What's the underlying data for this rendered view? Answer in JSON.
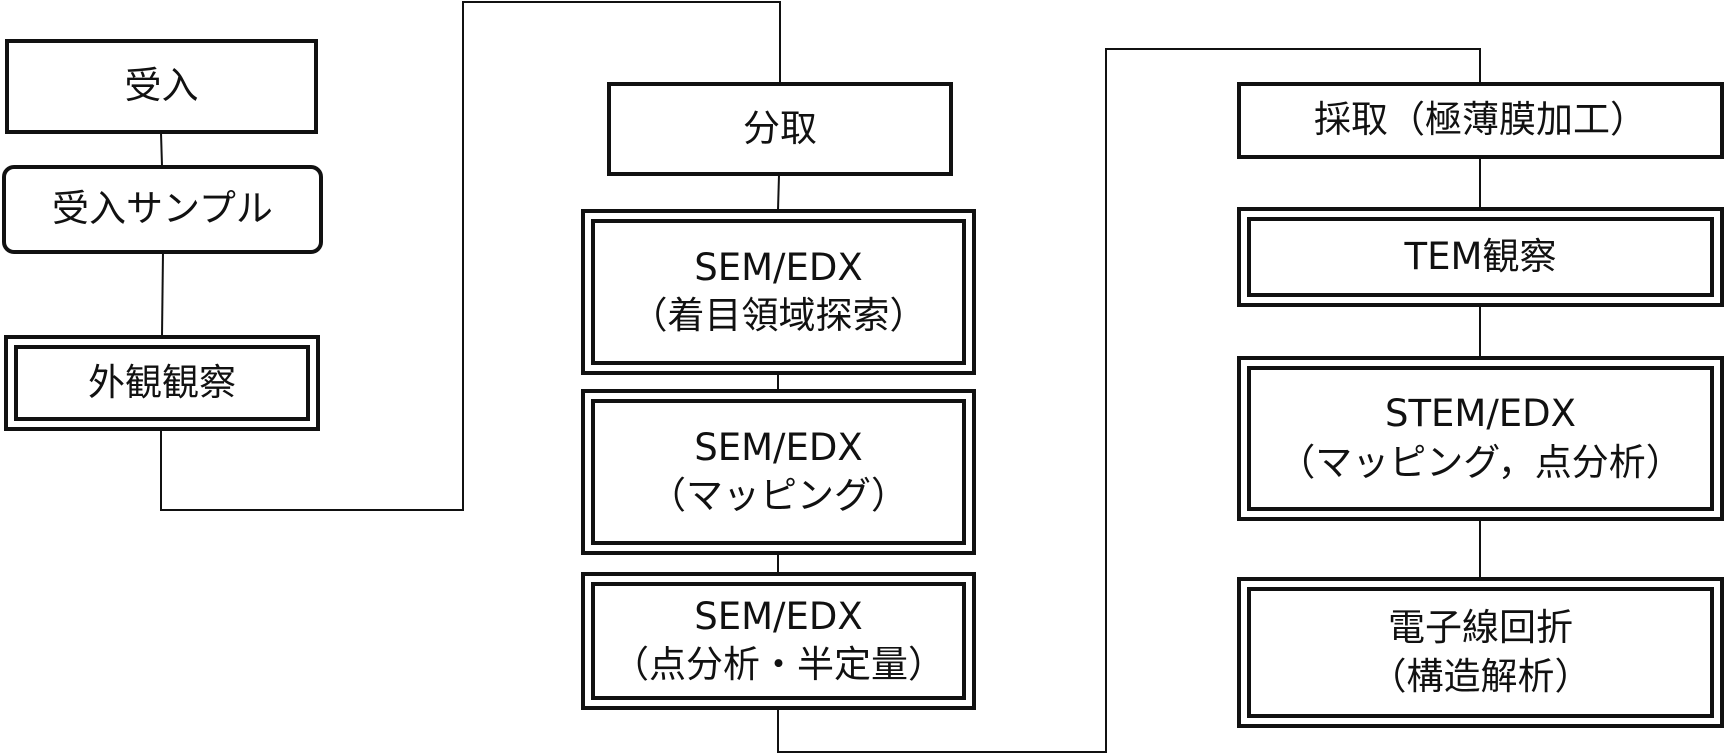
{
  "nodes": {
    "uketsuke": "受入",
    "uketsuke_sample": "受入サンプル",
    "gaikan": "外観観察",
    "bunshu": "分取",
    "sem1_l1": "SEM/EDX",
    "sem1_l2": "（着目領域探索）",
    "sem2_l1": "SEM/EDX",
    "sem2_l2": "（マッピング）",
    "sem3_l1": "SEM/EDX",
    "sem3_l2": "（点分析・半定量）",
    "saishu": "採取（極薄膜加工）",
    "tem": "TEM観察",
    "stem_l1": "STEM/EDX",
    "stem_l2": "（マッピング，点分析）",
    "denshi_l1": "電子線回折",
    "denshi_l2": "（構造解析）"
  }
}
